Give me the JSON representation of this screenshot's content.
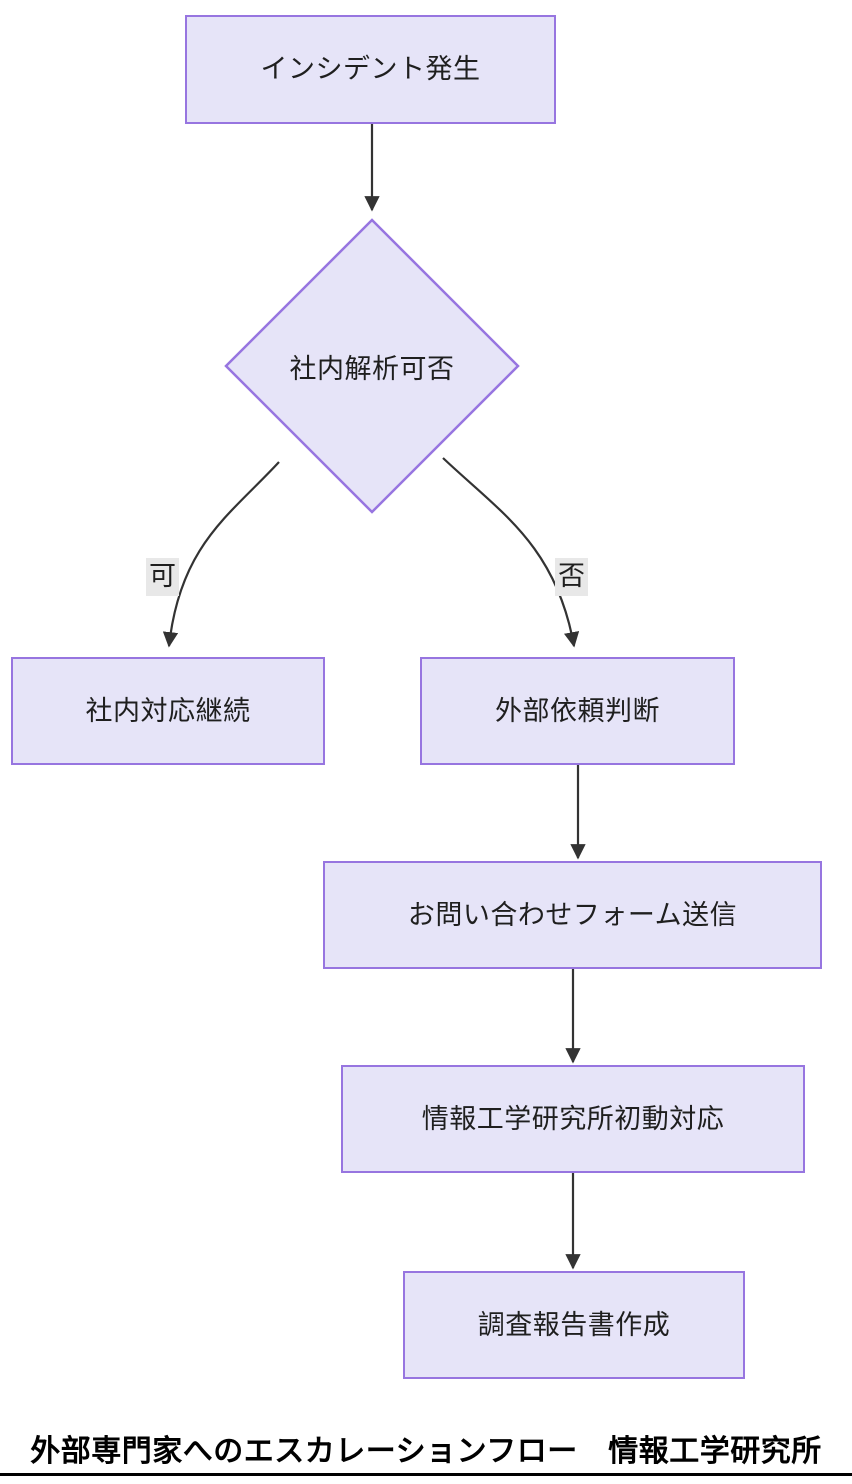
{
  "diagram": {
    "type": "flowchart",
    "direction": "top-to-bottom",
    "theme": {
      "node_fill": "#e6e4f8",
      "node_border": "#9775e0",
      "edge_stroke": "#333333",
      "edge_label_bg": "#e8e8e8",
      "text_color": "#1f1f1f",
      "background": "#ffffff"
    },
    "nodes": [
      {
        "id": "n1",
        "shape": "rect",
        "label": "インシデント発生"
      },
      {
        "id": "n2",
        "shape": "diamond",
        "label": "社内解析可否"
      },
      {
        "id": "n3",
        "shape": "rect",
        "label": "社内対応継続"
      },
      {
        "id": "n4",
        "shape": "rect",
        "label": "外部依頼判断"
      },
      {
        "id": "n5",
        "shape": "rect",
        "label": "お問い合わせフォーム送信"
      },
      {
        "id": "n6",
        "shape": "rect",
        "label": "情報工学研究所初動対応"
      },
      {
        "id": "n7",
        "shape": "rect",
        "label": "調査報告書作成"
      }
    ],
    "edges": [
      {
        "from": "n1",
        "to": "n2",
        "label": ""
      },
      {
        "from": "n2",
        "to": "n3",
        "label": "可"
      },
      {
        "from": "n2",
        "to": "n4",
        "label": "否"
      },
      {
        "from": "n4",
        "to": "n5",
        "label": ""
      },
      {
        "from": "n5",
        "to": "n6",
        "label": ""
      },
      {
        "from": "n6",
        "to": "n7",
        "label": ""
      }
    ]
  },
  "caption": {
    "text": "外部専門家へのエスカレーションフロー　情報工学研究所"
  }
}
